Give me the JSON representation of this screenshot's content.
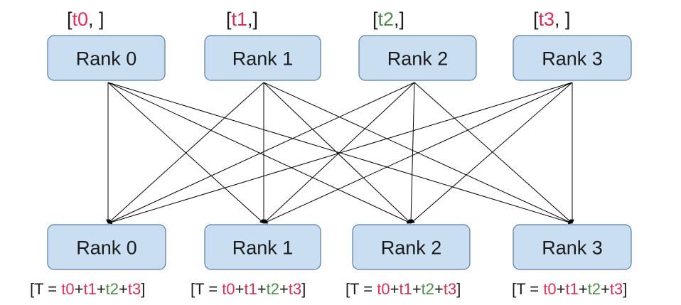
{
  "colors": {
    "box_fill": "#c9def1",
    "box_stroke": "#5a7aa0",
    "text": "#1b1b1b",
    "rank0_value": "#e0305a",
    "rank1_value": "#cf2f55",
    "rank2_value": "#4e8a4c",
    "rank3_value": "#cf2f55",
    "edge": "#000000"
  },
  "top_row": [
    {
      "label": "Rank 0",
      "tag": {
        "open": "[",
        "value": "t0",
        "close": ", ]",
        "color_key": "rank0_value"
      }
    },
    {
      "label": "Rank 1",
      "tag": {
        "open": "[",
        "value": "t1",
        "close": ",]",
        "color_key": "rank1_value"
      }
    },
    {
      "label": "Rank 2",
      "tag": {
        "open": "[",
        "value": "t2",
        "close": ",]",
        "color_key": "rank2_value"
      }
    },
    {
      "label": "Rank 3",
      "tag": {
        "open": "[",
        "value": "t3",
        "close": ", ]",
        "color_key": "rank3_value"
      }
    }
  ],
  "bottom_row": [
    {
      "label": "Rank 0"
    },
    {
      "label": "Rank 1"
    },
    {
      "label": "Rank 2"
    },
    {
      "label": "Rank 3"
    }
  ],
  "result": {
    "open": "[T = ",
    "terms": [
      {
        "text": "t0",
        "color_key": "rank0_value"
      },
      {
        "text": "+",
        "color_key": "text"
      },
      {
        "text": "t1",
        "color_key": "rank1_value"
      },
      {
        "text": "+",
        "color_key": "text"
      },
      {
        "text": "t2",
        "color_key": "rank2_value"
      },
      {
        "text": "+",
        "color_key": "text"
      },
      {
        "text": "t3",
        "color_key": "rank3_value"
      }
    ],
    "close": "]"
  },
  "edges": "all-to-all"
}
